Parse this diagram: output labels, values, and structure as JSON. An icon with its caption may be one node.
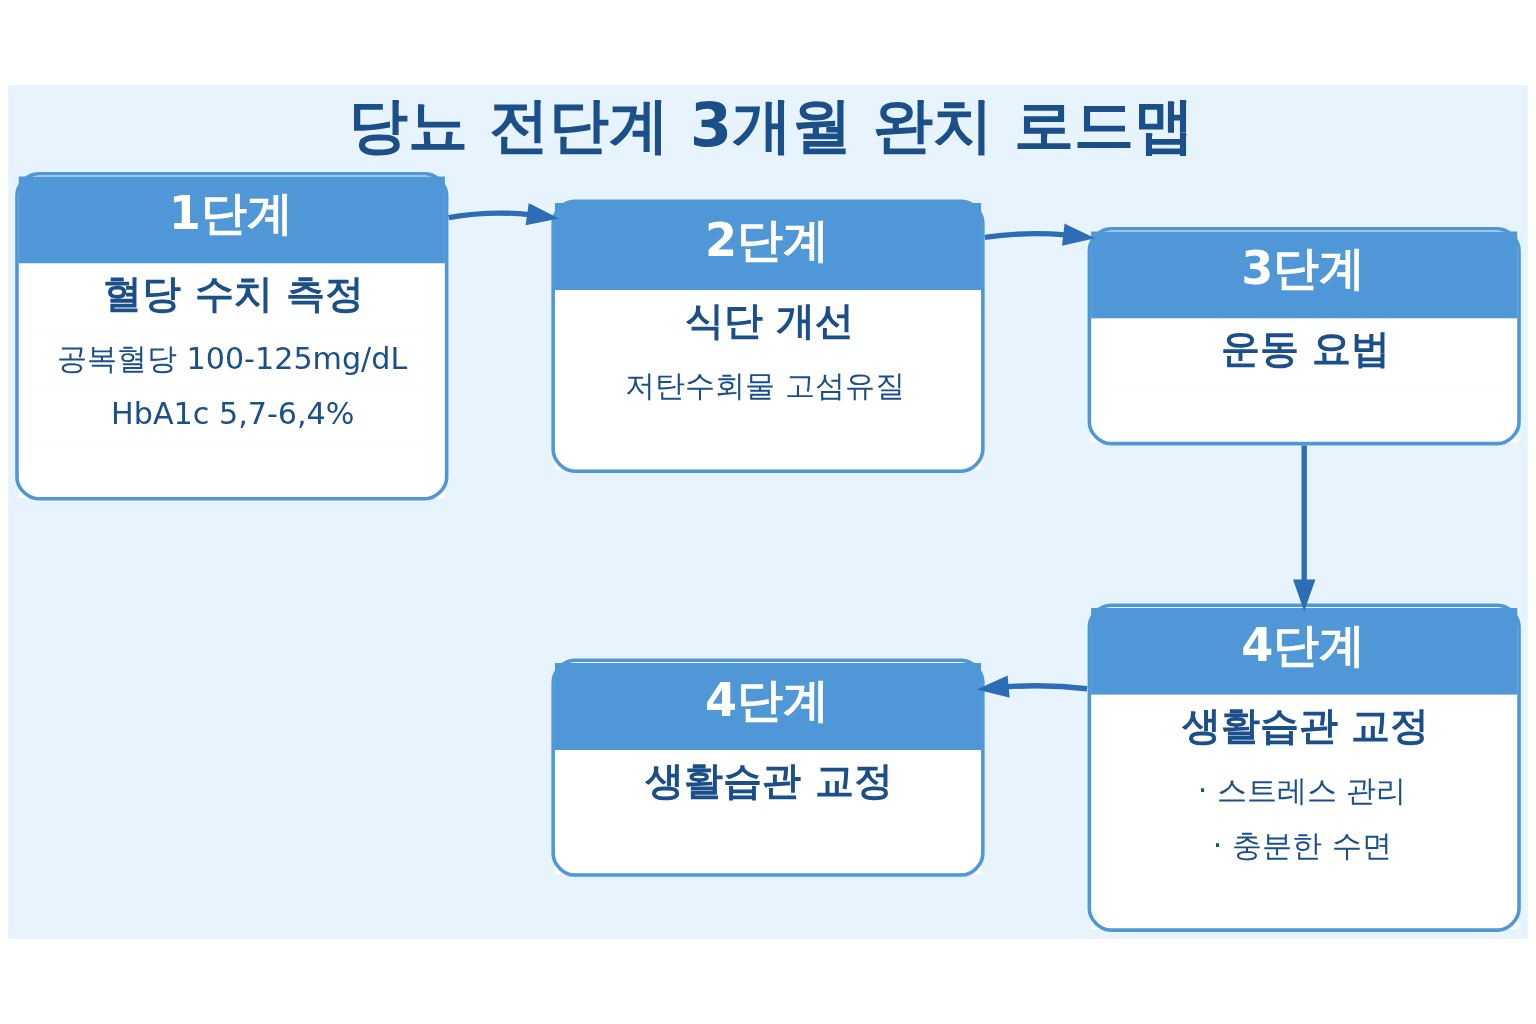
{
  "diagram": {
    "title": "당뇨 전단계 3개월 완치 로드맵",
    "nodes": [
      {
        "text": [
          "1단계",
          "혈당 수치 측정",
          "공복혈당 100-125mg/dL",
          "HbA1c 5,7-6,4%"
        ]
      },
      {
        "text": [
          "2단계",
          "식단 개선",
          "저탄수회물 고섬유질"
        ]
      },
      {
        "text": [
          "3단계",
          "운동 요법"
        ]
      },
      {
        "text": [
          "4단계",
          "생활습관 교정"
        ]
      },
      {
        "text": [
          "4단계",
          "생활습관 교정",
          "· 스트레스 관리",
          "· 충분한 수면"
        ]
      }
    ],
    "edges": [
      {
        "from": 0,
        "to": 1,
        "arrow": "to"
      },
      {
        "from": 1,
        "to": 2,
        "arrow": "to"
      },
      {
        "from": 2,
        "to": 4,
        "arrow": "to"
      },
      {
        "from": 4,
        "to": 3,
        "arrow": "to"
      }
    ]
  }
}
